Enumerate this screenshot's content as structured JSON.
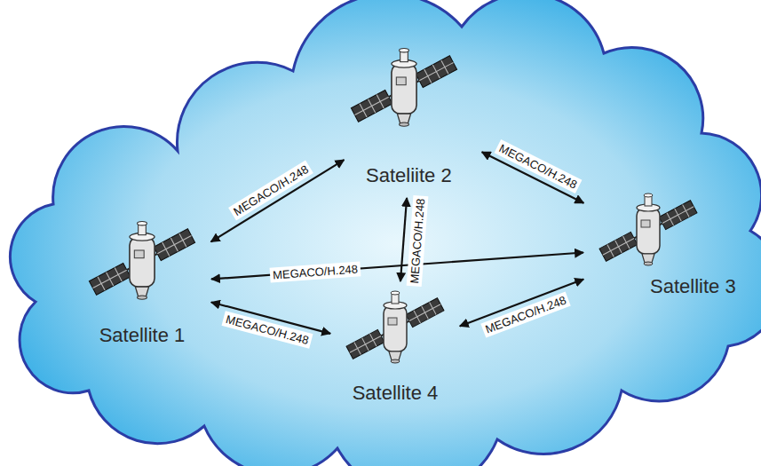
{
  "diagram": {
    "nodes": [
      {
        "text": [
          "Satellite 1"
        ]
      },
      {
        "text": [
          "Sateliite 2"
        ]
      },
      {
        "text": [
          "Satellite 3"
        ]
      },
      {
        "text": [
          "Satellite 4"
        ]
      }
    ],
    "edges": [
      {
        "from": 0,
        "to": 1,
        "arrow": "both",
        "label": "MEGACO/H.248"
      },
      {
        "from": 1,
        "to": 2,
        "arrow": "both",
        "label": "MEGACO/H.248"
      },
      {
        "from": 0,
        "to": 2,
        "arrow": "both",
        "label": "MEGACO/H.248"
      },
      {
        "from": 1,
        "to": 3,
        "arrow": "both",
        "label": "MEGACO/H.248"
      },
      {
        "from": 0,
        "to": 3,
        "arrow": "both",
        "label": "MEGACO/H.248"
      },
      {
        "from": 3,
        "to": 2,
        "arrow": "both",
        "label": "MEGACO/H.248"
      }
    ]
  }
}
